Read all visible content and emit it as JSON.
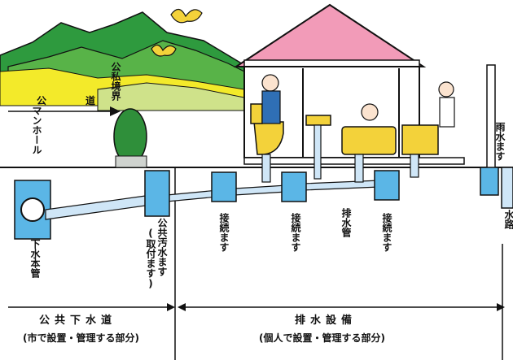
{
  "labels": {
    "public_private_boundary": "公私境界",
    "road": "公　道",
    "manhole": "マンホール",
    "sewer_main": "下水本管",
    "public_sewage_basin": "公共汚水ます",
    "public_sewage_basin_note": "(取付ます)",
    "connection_basin_1": "接続ます",
    "connection_basin_2": "接続ます",
    "drain_pipe": "排水管",
    "connection_basin_3": "接続ます",
    "rain_basin": "雨水ます",
    "waterway": "水路"
  },
  "sections": {
    "public": {
      "title": "公共下水道",
      "subtitle": "(市で設置・管理する部分)"
    },
    "private": {
      "title": "排水設備",
      "subtitle": "(個人で設置・管理する部分)"
    }
  },
  "colors": {
    "mountain": "#2e9a3e",
    "mountain_light": "#8bc34a",
    "road_band": "#f3ea2a",
    "roof": "#f29bb8",
    "pipe": "#cfe6f7",
    "basin": "#5bb6e6",
    "fixture": "#f3d23a",
    "bird": "#f3d23a"
  }
}
